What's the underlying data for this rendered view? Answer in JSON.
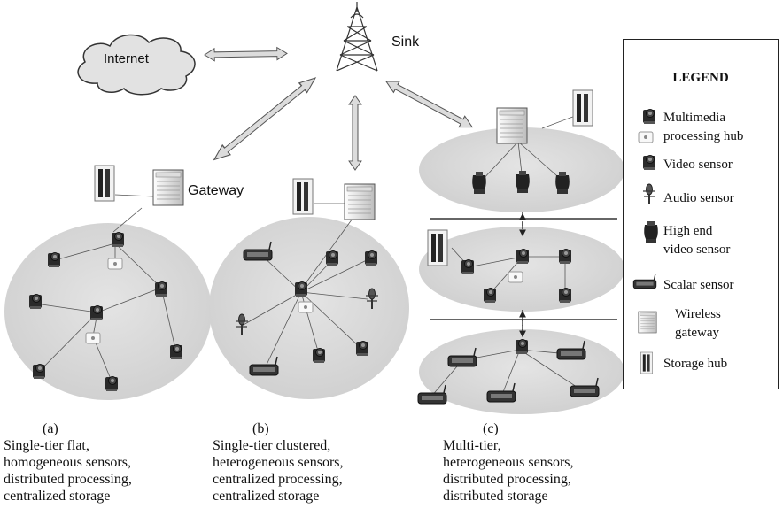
{
  "labels": {
    "internet": "Internet",
    "sink": "Sink",
    "gateway": "Gateway"
  },
  "legend": {
    "title": "LEGEND",
    "items": [
      {
        "icon": "multimedia-hub-icon",
        "lines": [
          "Multimedia",
          "processing hub"
        ]
      },
      {
        "icon": "video-sensor-icon",
        "lines": [
          "Video sensor"
        ]
      },
      {
        "icon": "audio-sensor-icon",
        "lines": [
          "Audio sensor"
        ]
      },
      {
        "icon": "high-end-video-sensor-icon",
        "lines": [
          "High end",
          "video sensor"
        ]
      },
      {
        "icon": "scalar-sensor-icon",
        "lines": [
          "Scalar sensor"
        ]
      },
      {
        "icon": "wireless-gateway-icon",
        "lines": [
          "Wireless",
          "gateway"
        ]
      },
      {
        "icon": "storage-hub-icon",
        "lines": [
          "Storage hub"
        ]
      }
    ]
  },
  "captions": [
    {
      "letter": "(a)",
      "lines": [
        "Single-tier flat,",
        "homogeneous sensors,",
        "distributed processing,",
        "centralized storage"
      ]
    },
    {
      "letter": "(b)",
      "lines": [
        "Single-tier clustered,",
        "heterogeneous sensors,",
        "centralized processing,",
        "centralized storage"
      ]
    },
    {
      "letter": "(c)",
      "lines": [
        "Multi-tier,",
        "heterogeneous sensors,",
        "distributed processing,",
        "distributed storage"
      ]
    }
  ]
}
